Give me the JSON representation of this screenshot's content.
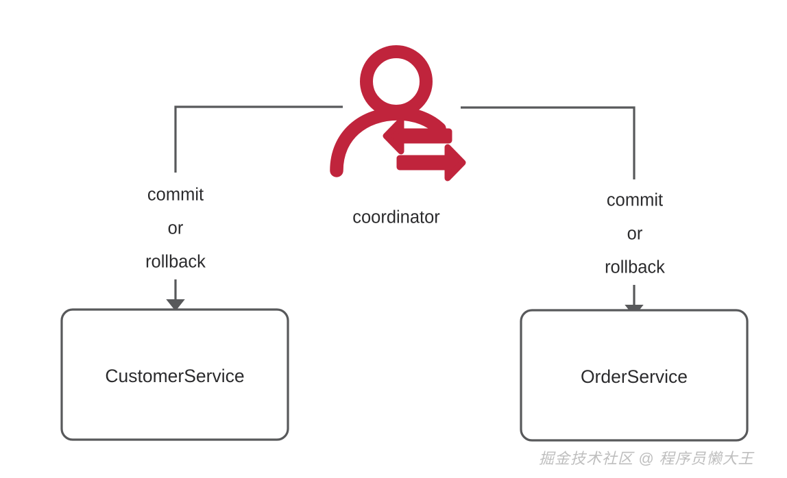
{
  "diagram": {
    "type": "two-phase-commit-coordinator",
    "background_color": "#ffffff",
    "line_color": "#58595b",
    "text_color": "#2b2b2d",
    "icon_color": "#c0243c",
    "coordinator": {
      "label": "coordinator",
      "icon_name": "person-exchange-icon"
    },
    "edges": [
      {
        "id": "left-edge",
        "from": "coordinator",
        "to": "CustomerService",
        "lines": [
          "commit",
          "or",
          "rollback"
        ]
      },
      {
        "id": "right-edge",
        "from": "coordinator",
        "to": "OrderService",
        "lines": [
          "commit",
          "or",
          "rollback"
        ]
      }
    ],
    "nodes": [
      {
        "id": "customer-service",
        "label": "CustomerService"
      },
      {
        "id": "order-service",
        "label": "OrderService"
      }
    ]
  },
  "watermark": {
    "text": "掘金技术社区 @ 程序员懒大王"
  }
}
